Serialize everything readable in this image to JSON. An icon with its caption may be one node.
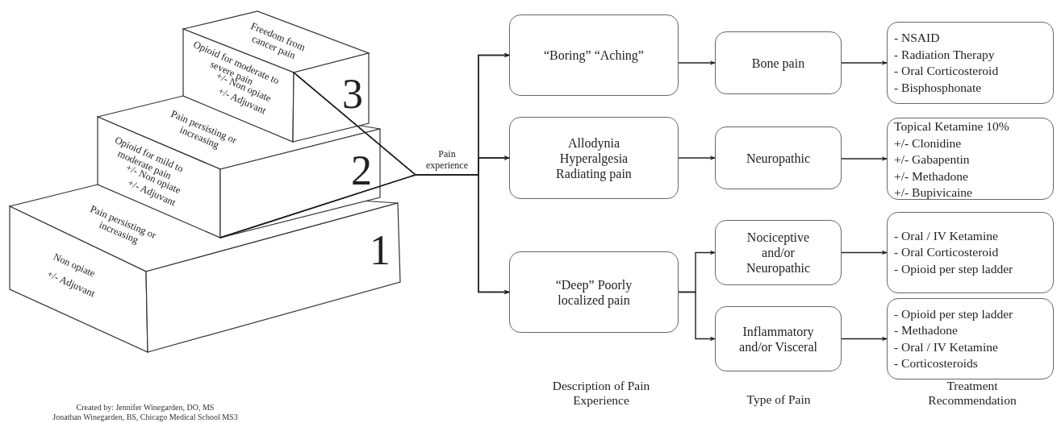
{
  "diagram": {
    "nodes": [
      {
        "text": [
          "Freedom from cancer pain",
          "Opioid for moderate to severe pain",
          "+/- Non opiate",
          "+/- Adjuvant",
          "3"
        ]
      },
      {
        "text": [
          "Pain persisting or increasing",
          "Opioid for mild to moderate pain",
          "+/- Non opiate",
          "+/- Adjuvant",
          "2"
        ]
      },
      {
        "text": [
          "Pain persisting or increasing",
          "Non opiate",
          "+/- Adjuvant",
          "1"
        ]
      },
      {
        "text": [
          "“Boring” “Aching”"
        ]
      },
      {
        "text": [
          "Allodynia Hyperalgesia Radiating pain"
        ]
      },
      {
        "text": [
          "“Deep” Poorly localized pain"
        ]
      },
      {
        "text": [
          "Bone pain"
        ]
      },
      {
        "text": [
          "Neuropathic"
        ]
      },
      {
        "text": [
          "Nociceptive and/or Neuropathic"
        ]
      },
      {
        "text": [
          "Inflammatory and/or Visceral"
        ]
      },
      {
        "text": [
          "- NSAID",
          "- Radiation Therapy",
          "- Oral Corticosteroid",
          "- Bisphosphonate"
        ]
      },
      {
        "text": [
          "Topical Ketamine 10%",
          "+/- Clonidine",
          "+/- Gabapentin",
          "+/- Methadone",
          "+/- Bupivicaine"
        ]
      },
      {
        "text": [
          "- Oral / IV Ketamine",
          "- Oral Corticosteroid",
          "- Opioid per step ladder"
        ]
      },
      {
        "text": [
          "- Opioid per step ladder",
          "- Methadone",
          "- Oral / IV Ketamine",
          "- Corticosteroids"
        ]
      }
    ],
    "edges": [
      {
        "from": 0,
        "to": 3,
        "arrow": "to",
        "label": "Pain experience"
      },
      {
        "from": 0,
        "to": 4,
        "arrow": "to"
      },
      {
        "from": 0,
        "to": 5,
        "arrow": "to"
      },
      {
        "from": 1,
        "to": 3,
        "arrow": "to"
      },
      {
        "from": 1,
        "to": 4,
        "arrow": "to"
      },
      {
        "from": 1,
        "to": 5,
        "arrow": "to"
      },
      {
        "from": 3,
        "to": 6,
        "arrow": "to"
      },
      {
        "from": 4,
        "to": 7,
        "arrow": "to"
      },
      {
        "from": 5,
        "to": 8,
        "arrow": "to"
      },
      {
        "from": 5,
        "to": 9,
        "arrow": "to"
      },
      {
        "from": 6,
        "to": 10,
        "arrow": "to"
      },
      {
        "from": 7,
        "to": 11,
        "arrow": "to"
      },
      {
        "from": 8,
        "to": 12,
        "arrow": "to"
      },
      {
        "from": 9,
        "to": 13,
        "arrow": "to"
      }
    ],
    "labels": [
      "Created by: Jennifer Winegarden, DO, MS",
      "Jonathan Winegarden, BS, Chicago Medical School MS3",
      "Description of Pain Experience",
      "Type of Pain",
      "Treatment Recommendation"
    ]
  }
}
